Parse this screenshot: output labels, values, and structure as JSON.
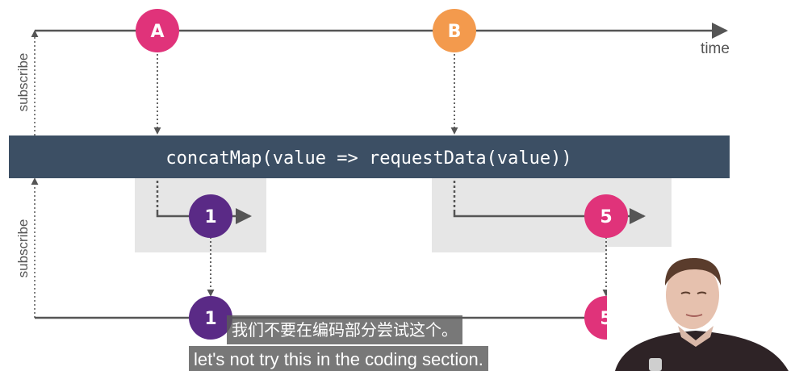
{
  "operator": {
    "label": "concatMap(value => requestData(value))"
  },
  "source_stream": {
    "subscribe_label": "subscribe",
    "time_label": "time",
    "nodes": [
      {
        "label": "A",
        "color": "#e0337a"
      },
      {
        "label": "B",
        "color": "#f39a4d"
      }
    ]
  },
  "inner_streams": [
    {
      "label": "1",
      "color": "#5a2a86"
    },
    {
      "label": "5",
      "color": "#e0337a"
    }
  ],
  "output_stream": {
    "subscribe_label": "subscribe",
    "nodes": [
      {
        "label": "1",
        "color": "#5a2a86"
      },
      {
        "label": "5",
        "color": "#e0337a"
      }
    ]
  },
  "colors": {
    "line": "#555555",
    "operator_bg": "#3c4f64",
    "inner_box": "#e6e6e6"
  },
  "subtitles": {
    "chinese": "我们不要在编码部分尝试这个。",
    "english": "let's not try this in the coding section."
  }
}
